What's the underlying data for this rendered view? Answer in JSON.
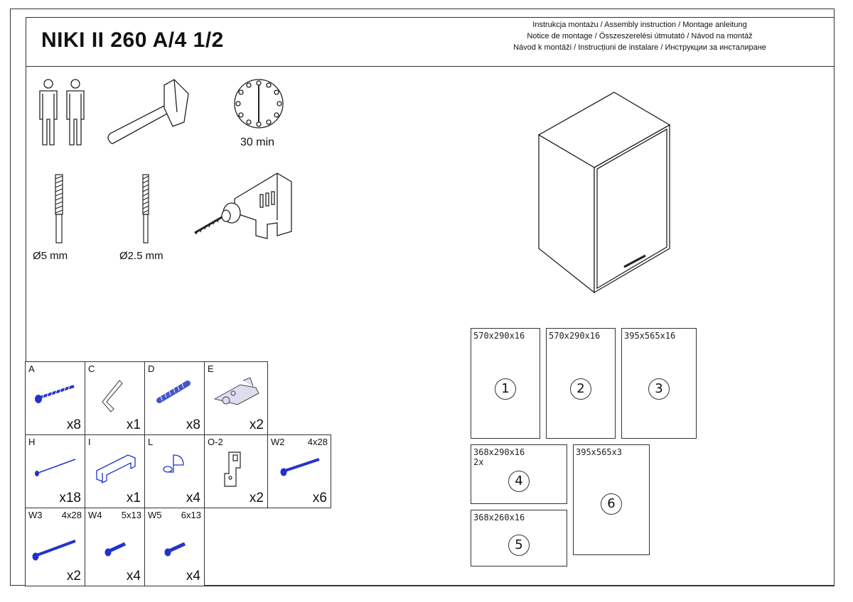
{
  "header": {
    "title": "NIKI II 260 A/4 1/2",
    "instructions": [
      "Instrukcja montażu / Assembly instruction / Montage anleitung",
      "Notice de montage / Összeszerelési útmutató / Návod na montáž",
      "Návod k montáži / Instrucțiuni de instalare / Инструкции за инсталиране"
    ]
  },
  "tools": {
    "time": "30 min",
    "drill_bit_1": "Ø5 mm",
    "drill_bit_2": "Ø2.5 mm"
  },
  "parts": [
    {
      "code": "A",
      "dim": "",
      "qty": "x8"
    },
    {
      "code": "C",
      "dim": "",
      "qty": "x1"
    },
    {
      "code": "D",
      "dim": "",
      "qty": "x8"
    },
    {
      "code": "E",
      "dim": "",
      "qty": "x2"
    },
    {
      "code": "H",
      "dim": "",
      "qty": "x18"
    },
    {
      "code": "I",
      "dim": "",
      "qty": "x1"
    },
    {
      "code": "L",
      "dim": "",
      "qty": "x4"
    },
    {
      "code": "O-2",
      "dim": "",
      "qty": "x2"
    },
    {
      "code": "W2",
      "dim": "4x28",
      "qty": "x6"
    },
    {
      "code": "W3",
      "dim": "4x28",
      "qty": "x2"
    },
    {
      "code": "W4",
      "dim": "5x13",
      "qty": "x4"
    },
    {
      "code": "W5",
      "dim": "6x13",
      "qty": "x4"
    }
  ],
  "panels": [
    {
      "dim": "570x290x16",
      "num": "1",
      "extra": ""
    },
    {
      "dim": "570x290x16",
      "num": "2",
      "extra": ""
    },
    {
      "dim": "395x565x16",
      "num": "3",
      "extra": ""
    },
    {
      "dim": "368x290x16",
      "num": "4",
      "extra": "2x"
    },
    {
      "dim": "368x260x16",
      "num": "5",
      "extra": ""
    },
    {
      "dim": "395x565x3",
      "num": "6",
      "extra": ""
    }
  ],
  "colors": {
    "fastener_blue": "#2233cc",
    "line": "#333333"
  }
}
